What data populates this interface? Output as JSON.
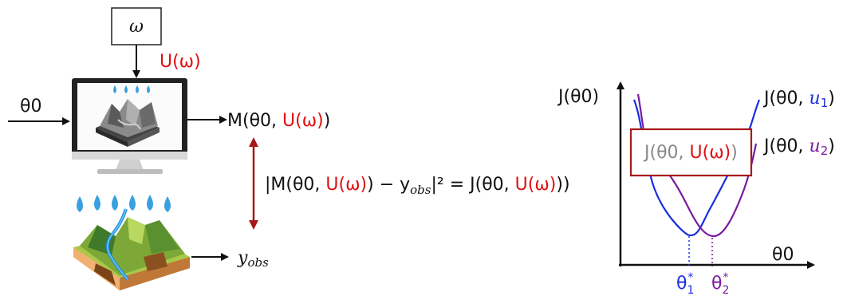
{
  "colors": {
    "red": "#e01010",
    "blue": "#1a2ee0",
    "purple": "#7a1aa0",
    "dark_red": "#a81818",
    "grey_text": "#888888",
    "rain": "#3aa0e0"
  },
  "left_panel": {
    "omega_box": "ω",
    "u_omega": "U(ω)",
    "theta0_input": "θ0",
    "model_output": {
      "prefix": "M(θ0, ",
      "u": "U(ω)",
      "suffix": ")"
    },
    "misfit_equation": {
      "p1": "|M(θ0, ",
      "u1": "U(ω)",
      "p2": ") − y",
      "obs": "obs",
      "p3": "|² = J(θ0, ",
      "u2": "U(ω)",
      "p4": "))"
    },
    "y_obs": {
      "y": "y",
      "sub": "obs"
    }
  },
  "right_panel": {
    "y_axis_label": "J(θ0)",
    "x_axis_label": "θ0",
    "curve1_label": {
      "prefix": "J(θ0, ",
      "u": "u",
      "sub": "1",
      "suffix": ")"
    },
    "curve2_label": {
      "prefix": "J(θ0, ",
      "u": "u",
      "sub": "2",
      "suffix": ")"
    },
    "box_label": {
      "prefix": "J(θ0, ",
      "u": "U(ω)",
      "suffix": ")"
    },
    "theta1_star": {
      "t": "θ",
      "sub": "1",
      "sup": "*"
    },
    "theta2_star": {
      "t": "θ",
      "sub": "2",
      "sup": "*"
    }
  },
  "icons": [
    "computer-monitor-icon",
    "terrain-model-icon",
    "raindrops-icon",
    "landscape-river-icon"
  ]
}
